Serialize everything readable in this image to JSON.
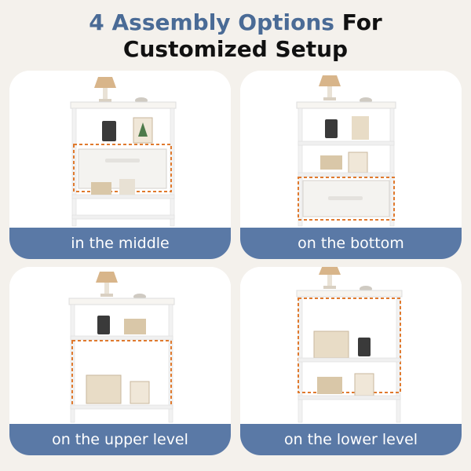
{
  "header": {
    "title_accent": "4 Assembly Options",
    "title_rest": "For",
    "title_line2": "Customized Setup"
  },
  "options": [
    {
      "caption": "in the middle"
    },
    {
      "caption": "on the bottom"
    },
    {
      "caption": "on the upper level"
    },
    {
      "caption": "on the lower level"
    }
  ],
  "colors": {
    "accent": "#4a6b96",
    "caption_bg": "#5a79a6",
    "highlight": "#e07a2e"
  }
}
